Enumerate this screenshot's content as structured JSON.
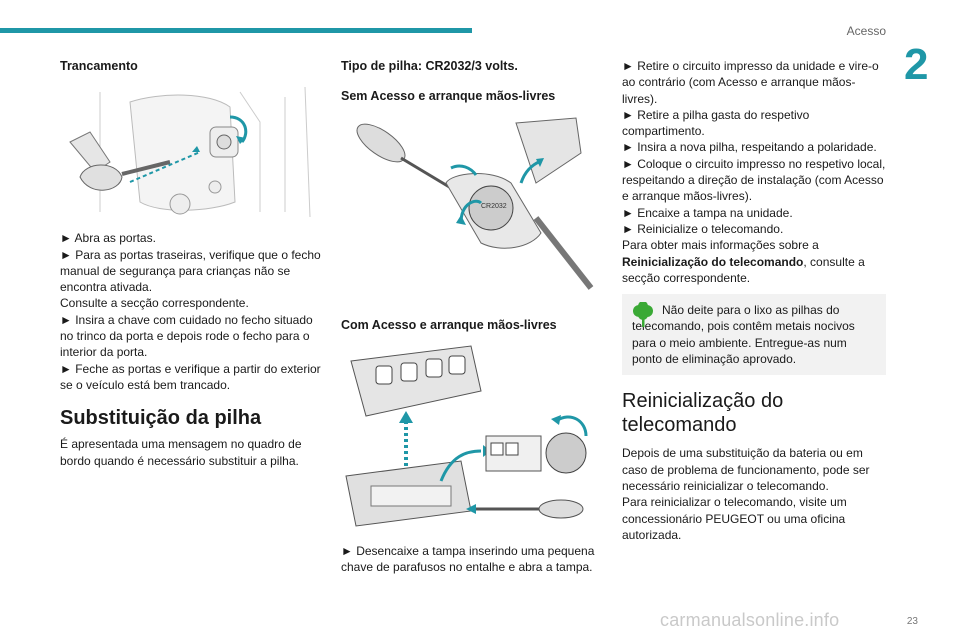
{
  "header": {
    "title": "Acesso",
    "chapter": "2",
    "page": "23"
  },
  "watermark": "carmanualsonline.info",
  "col1": {
    "subhead": "Trancamento",
    "lines": [
      "► Abra as portas.",
      "► Para as portas traseiras, verifique que o fecho manual de segurança para crianças não se encontra ativada.",
      "Consulte a secção correspondente.",
      "► Insira a chave com cuidado no fecho situado no trinco da porta e depois rode o fecho para o interior da porta.",
      "► Feche as portas e verifique a partir do exterior se o veículo está bem trancado."
    ],
    "heading": "Substituição da pilha",
    "body": "É apresentada uma mensagem no quadro de bordo quando é necessário substituir a pilha."
  },
  "col2": {
    "battery_type": "Tipo de pilha: CR2032/3 volts.",
    "subhead1": "Sem Acesso e arranque mãos-livres",
    "subhead2": "Com Acesso e arranque mãos-livres",
    "instruction": "► Desencaixe a tampa inserindo uma pequena chave de parafusos no entalhe e abra a tampa."
  },
  "col3": {
    "lines": [
      "► Retire o circuito impresso da unidade e vire-o ao contrário (com Acesso e arranque mãos-livres).",
      "► Retire a pilha gasta do respetivo compartimento.",
      "► Insira a nova pilha, respeitando a polaridade.",
      "► Coloque o circuito impresso no respetivo local, respeitando a direção de instalação (com Acesso e arranque mãos-livres).",
      "► Encaixe a tampa na unidade.",
      "► Reinicialize o telecomando."
    ],
    "info_pre": "Para obter mais informações sobre a ",
    "info_bold": "Reinicialização do telecomando",
    "info_post": ", consulte a secção correspondente.",
    "note": "Não deite para o lixo as pilhas do telecomando, pois contêm metais nocivos para o meio ambiente. Entregue-as num ponto de eliminação aprovado.",
    "heading": "Reinicialização do telecomando",
    "body1": "Depois de uma substituição da bateria ou em caso de problema de funcionamento, pode ser necessário reinicializar o telecomando.",
    "body2": "Para reinicializar o telecomando, visite um concessionário PEUGEOT ou uma oficina autorizada."
  },
  "colors": {
    "accent": "#1f97a7",
    "note_bg": "#f2f2f2",
    "leaf": "#3aa935"
  }
}
